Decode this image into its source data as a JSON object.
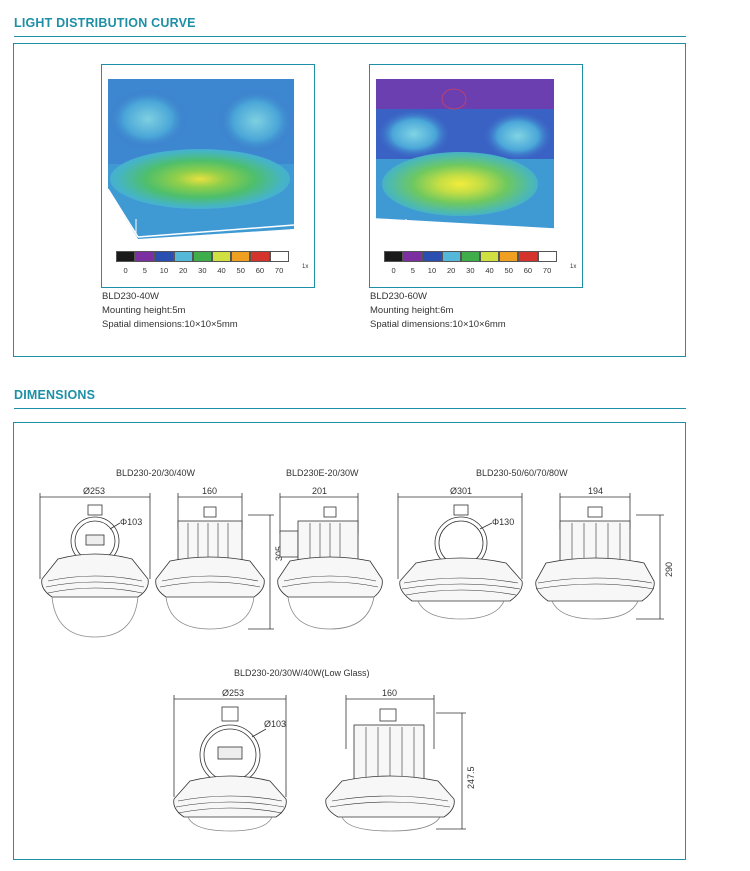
{
  "sections": {
    "light_title": "LIGHT DISTRIBUTION CURVE",
    "dimensions_title": "DIMENSIONS"
  },
  "scale": {
    "colors": [
      "#1a1a1a",
      "#7b2fa0",
      "#2a4fb0",
      "#55b8d8",
      "#3fae4a",
      "#cfe040",
      "#f0a020",
      "#d4342c",
      "#ffffff"
    ],
    "labels": [
      "0",
      "5",
      "10",
      "20",
      "30",
      "40",
      "50",
      "60",
      "70"
    ],
    "unit": "1x"
  },
  "heatmaps": [
    {
      "model": "BLD230-40W",
      "mounting": "Mounting height:5m",
      "spatial": "Spatial dimensions:10×10×5mm"
    },
    {
      "model": "BLD230-60W",
      "mounting": "Mounting height:6m",
      "spatial": "Spatial dimensions:10×10×6mm"
    }
  ],
  "dimensions": {
    "group1_label": "BLD230-20/30/40W",
    "group2_label": "BLD230E-20/30W",
    "group3_label": "BLD230-50/60/70/80W",
    "group4_label": "BLD230-20/30W/40W(Low Glass)",
    "d1_width": "Ø253",
    "d1_circle": "Φ103",
    "d2_width": "160",
    "d2_height": "305",
    "d3_width": "201",
    "d4_width": "Ø301",
    "d4_circle": "Φ130",
    "d5_width": "194",
    "d5_height": "290",
    "d6_width": "Ø253",
    "d6_circle": "Ø103",
    "d7_width": "160",
    "d7_height": "247.5"
  }
}
